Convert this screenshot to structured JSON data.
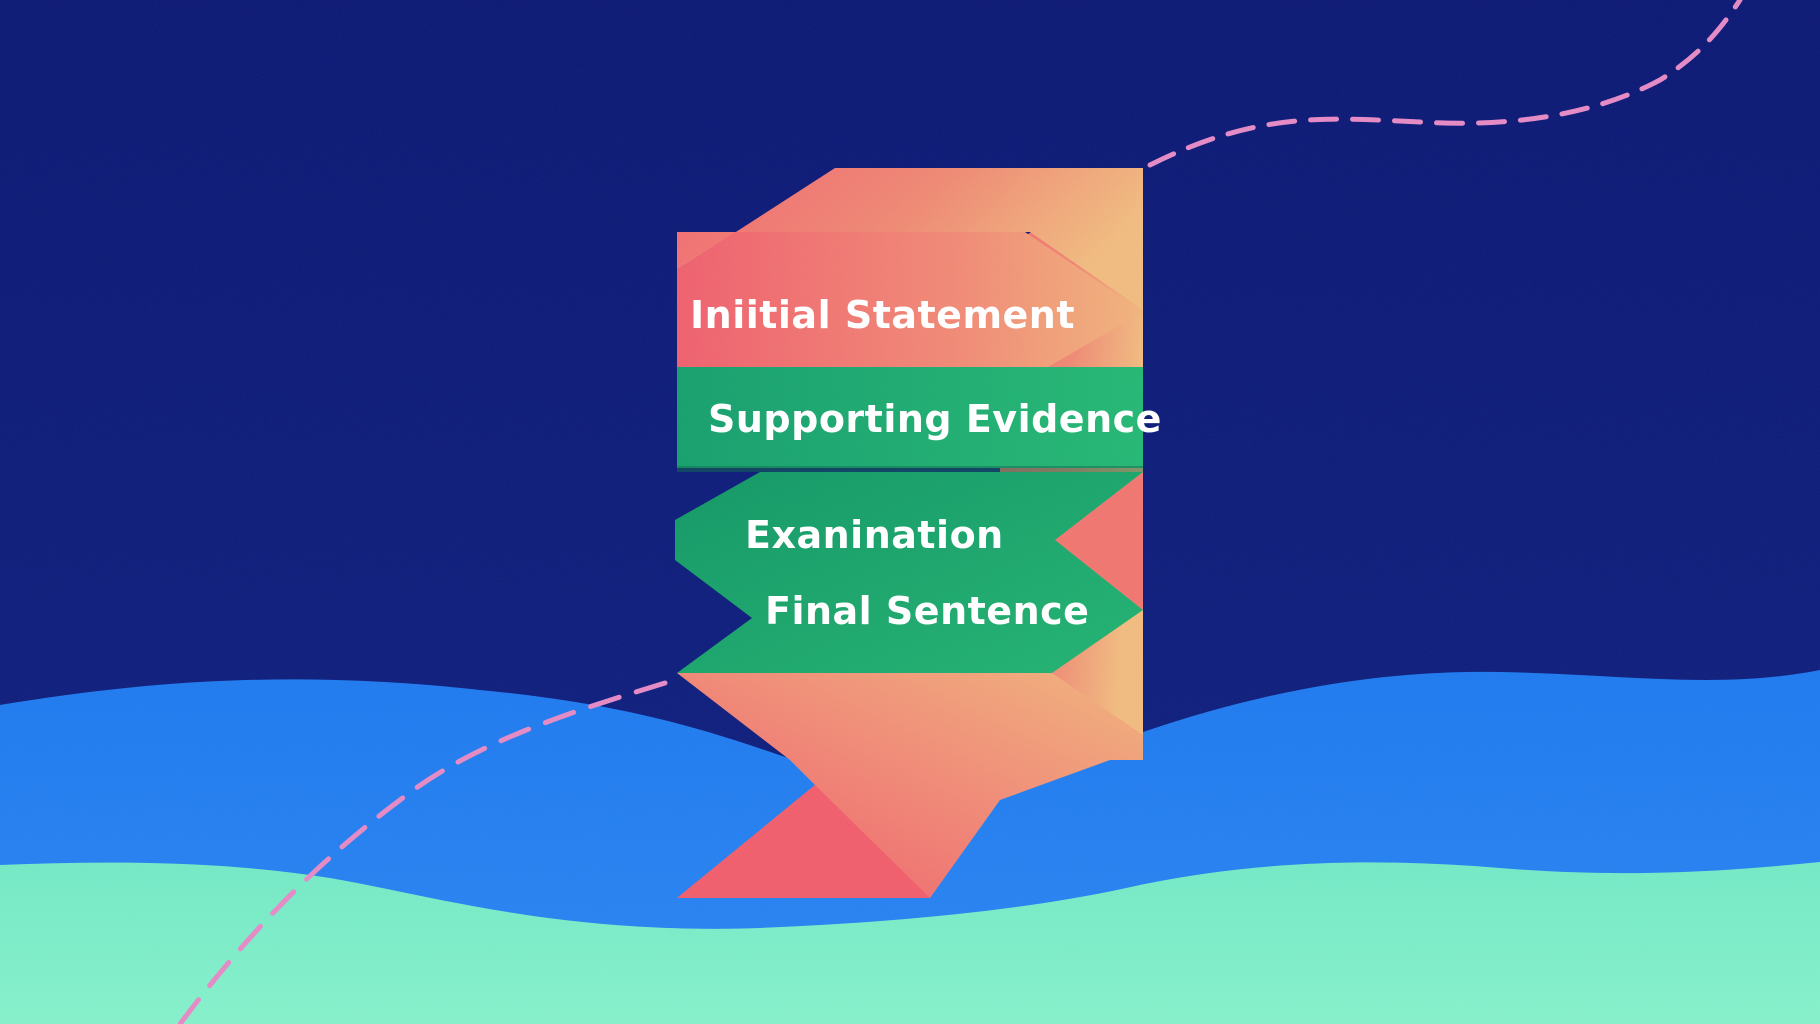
{
  "colors": {
    "background": "#0c1a78",
    "wave_blue": "#1f7df0",
    "wave_mint": "#7ef0c8",
    "ribbon_coral": "#f26872",
    "ribbon_peach": "#f2b07a",
    "ribbon_green": "#1fa86e",
    "dashed_path": "#e68ac6"
  },
  "stages": [
    {
      "label": "Iniitial  Statement"
    },
    {
      "label": "Supporting Evidence"
    },
    {
      "label": "Exanination"
    },
    {
      "label": "Final Sentence"
    }
  ]
}
